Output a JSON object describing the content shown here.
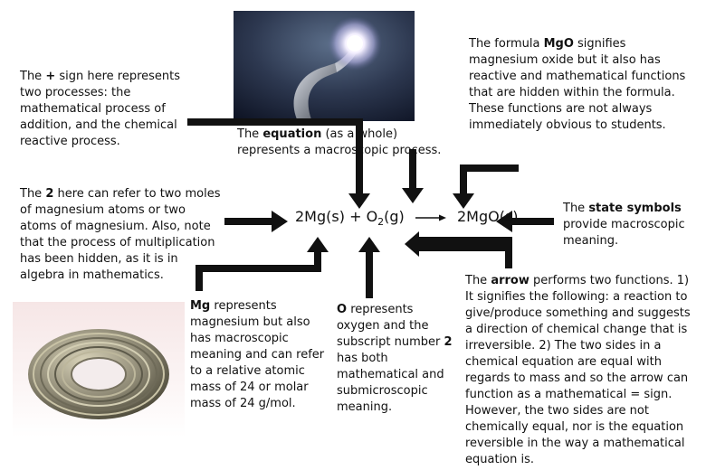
{
  "equation": {
    "reactant_1": "2Mg(s)",
    "plus": "+",
    "oxygen_symbol": "O",
    "oxygen_subscript": "2",
    "oxygen_state": "(g)",
    "product": "2MgO(s)"
  },
  "notes": {
    "plus_sign": {
      "pre": "The ",
      "bold": "+",
      "post": " sign here represents two processes: the mathematical process of addition, and the chemical reactive process."
    },
    "equation_whole": {
      "pre": "The ",
      "bold": "equation",
      "post": " (as a whole) represents a macroscopic process."
    },
    "mgo_formula": {
      "pre": "The formula ",
      "bold": "MgO",
      "post": " signifies magnesium oxide but it also has reactive and mathematical functions that are hidden within the formula. These functions are not always immediately obvious to students."
    },
    "coefficient_two": {
      "pre": "The ",
      "bold": "2",
      "post": " here can refer to two moles of magnesium atoms or two atoms of magnesium. Also, note that the process of multiplication has been hidden, as it is in algebra in mathematics."
    },
    "state_symbols": {
      "pre": "The ",
      "bold": "state symbols",
      "post": " provide macroscopic meaning."
    },
    "mg_symbol": {
      "pre": "",
      "bold": "Mg",
      "post": " represents magnesium but also has macroscopic meaning and can refer to a relative atomic mass of 24 or molar mass of 24 g/mol."
    },
    "o_symbol": {
      "pre": "",
      "bold": "O",
      "mid": " represents oxygen and the subscript number ",
      "bold2": "2",
      "post": " has both mathematical and submicroscopic meaning."
    },
    "arrow": {
      "pre": "The ",
      "bold": "arrow",
      "post": " performs two functions. 1) It signifies the following: a reaction to give/produce something and suggests a direction of chemical change that is irreversible. 2) The two sides in a chemical equation are equal with regards to mass and so the arrow can function as a mathematical = sign. However, the two sides are not chemically equal, nor is the equation reversible in the way a mathematical equation is."
    }
  },
  "colors": {
    "arrow_fill": "#111111",
    "text": "#111111",
    "background": "#ffffff"
  }
}
